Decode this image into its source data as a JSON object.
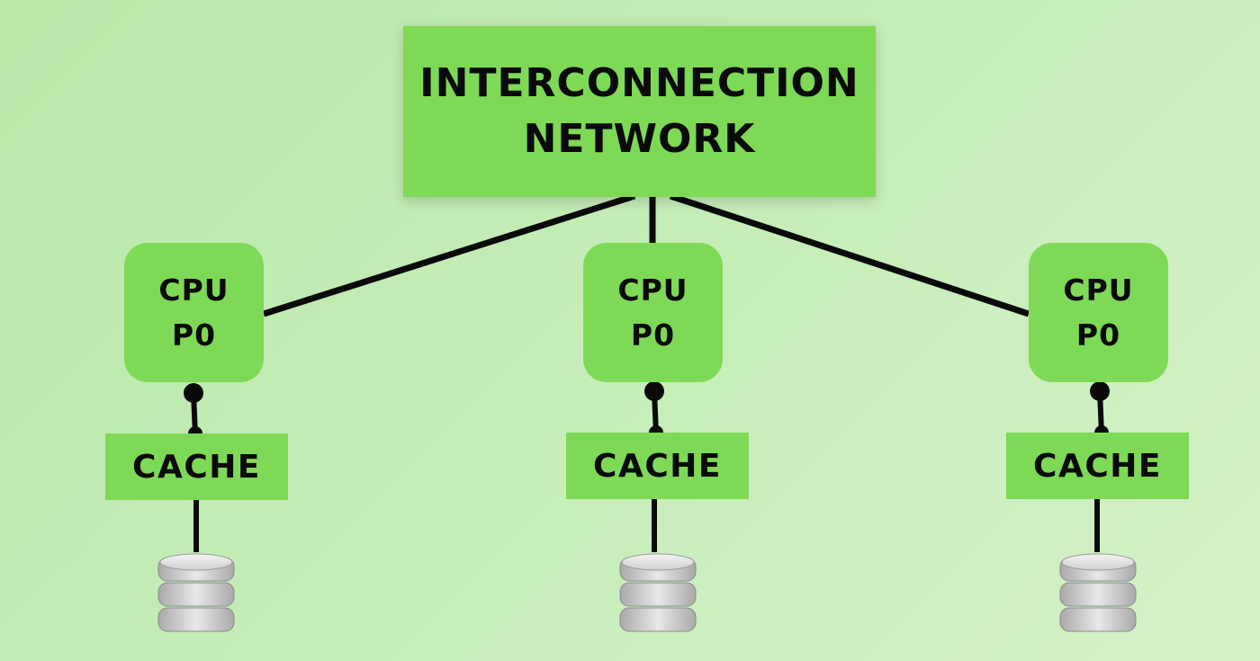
{
  "network": {
    "line1": "INTERCONNECTION",
    "line2": "NETWORK"
  },
  "nodes": [
    {
      "cpu_line1": "CPU",
      "cpu_line2": "P0",
      "cache_label": "CACHE"
    },
    {
      "cpu_line1": "CPU",
      "cpu_line2": "P0",
      "cache_label": "CACHE"
    },
    {
      "cpu_line1": "CPU",
      "cpu_line2": "P0",
      "cache_label": "CACHE"
    }
  ],
  "colors": {
    "box_fill": "#7ed957",
    "line": "#0a0a0a",
    "background": "#c6edb8",
    "disk": "#d6d6d6"
  },
  "icons": {
    "storage": "database-icon",
    "connector": "connector-dot-icon"
  }
}
